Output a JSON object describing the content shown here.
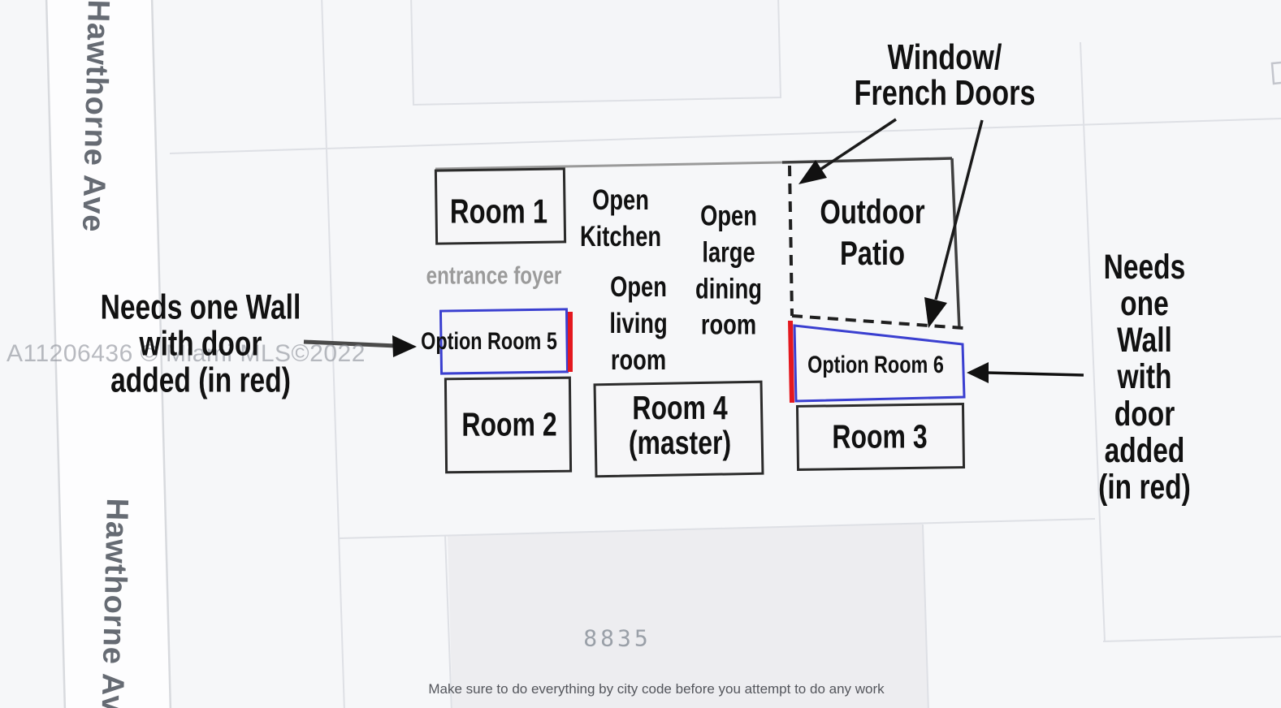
{
  "map": {
    "street_top": "Hawthorne Ave",
    "street_bottom": "Hawthorne Ave",
    "watermark": "A11206436 © Miami MLS©2022",
    "parcel_number": "8835"
  },
  "floor_plan": {
    "room1": "Room 1",
    "room2": "Room 2",
    "room3": "Room 3",
    "room4": "Room 4\n(master)",
    "option_room5": "Option Room 5",
    "option_room6": "Option Room 6",
    "outdoor_patio": "Outdoor\nPatio",
    "entrance_foyer": "entrance foyer",
    "open_kitchen": "Open\nKitchen",
    "open_living_room": "Open\nliving\nroom",
    "open_large_dining_room": "Open\nlarge\ndining\nroom"
  },
  "annotations": {
    "left_wall_note": "Needs one Wall\nwith door\nadded (in red)",
    "right_wall_note": "Needs one Wall\nwith door\nadded (in red)",
    "window_note": "Window/\nFrench Doors",
    "city_code_note": "Make sure to do everything by city code before you attempt to do any work"
  },
  "colors": {
    "option_room_border": "#3a3fd0",
    "new_wall_red": "#e4181f",
    "wall_dark": "#2b2b2b",
    "patio_outline": "#3f3f3f",
    "house_wall_gray": "#9a9a9a"
  }
}
